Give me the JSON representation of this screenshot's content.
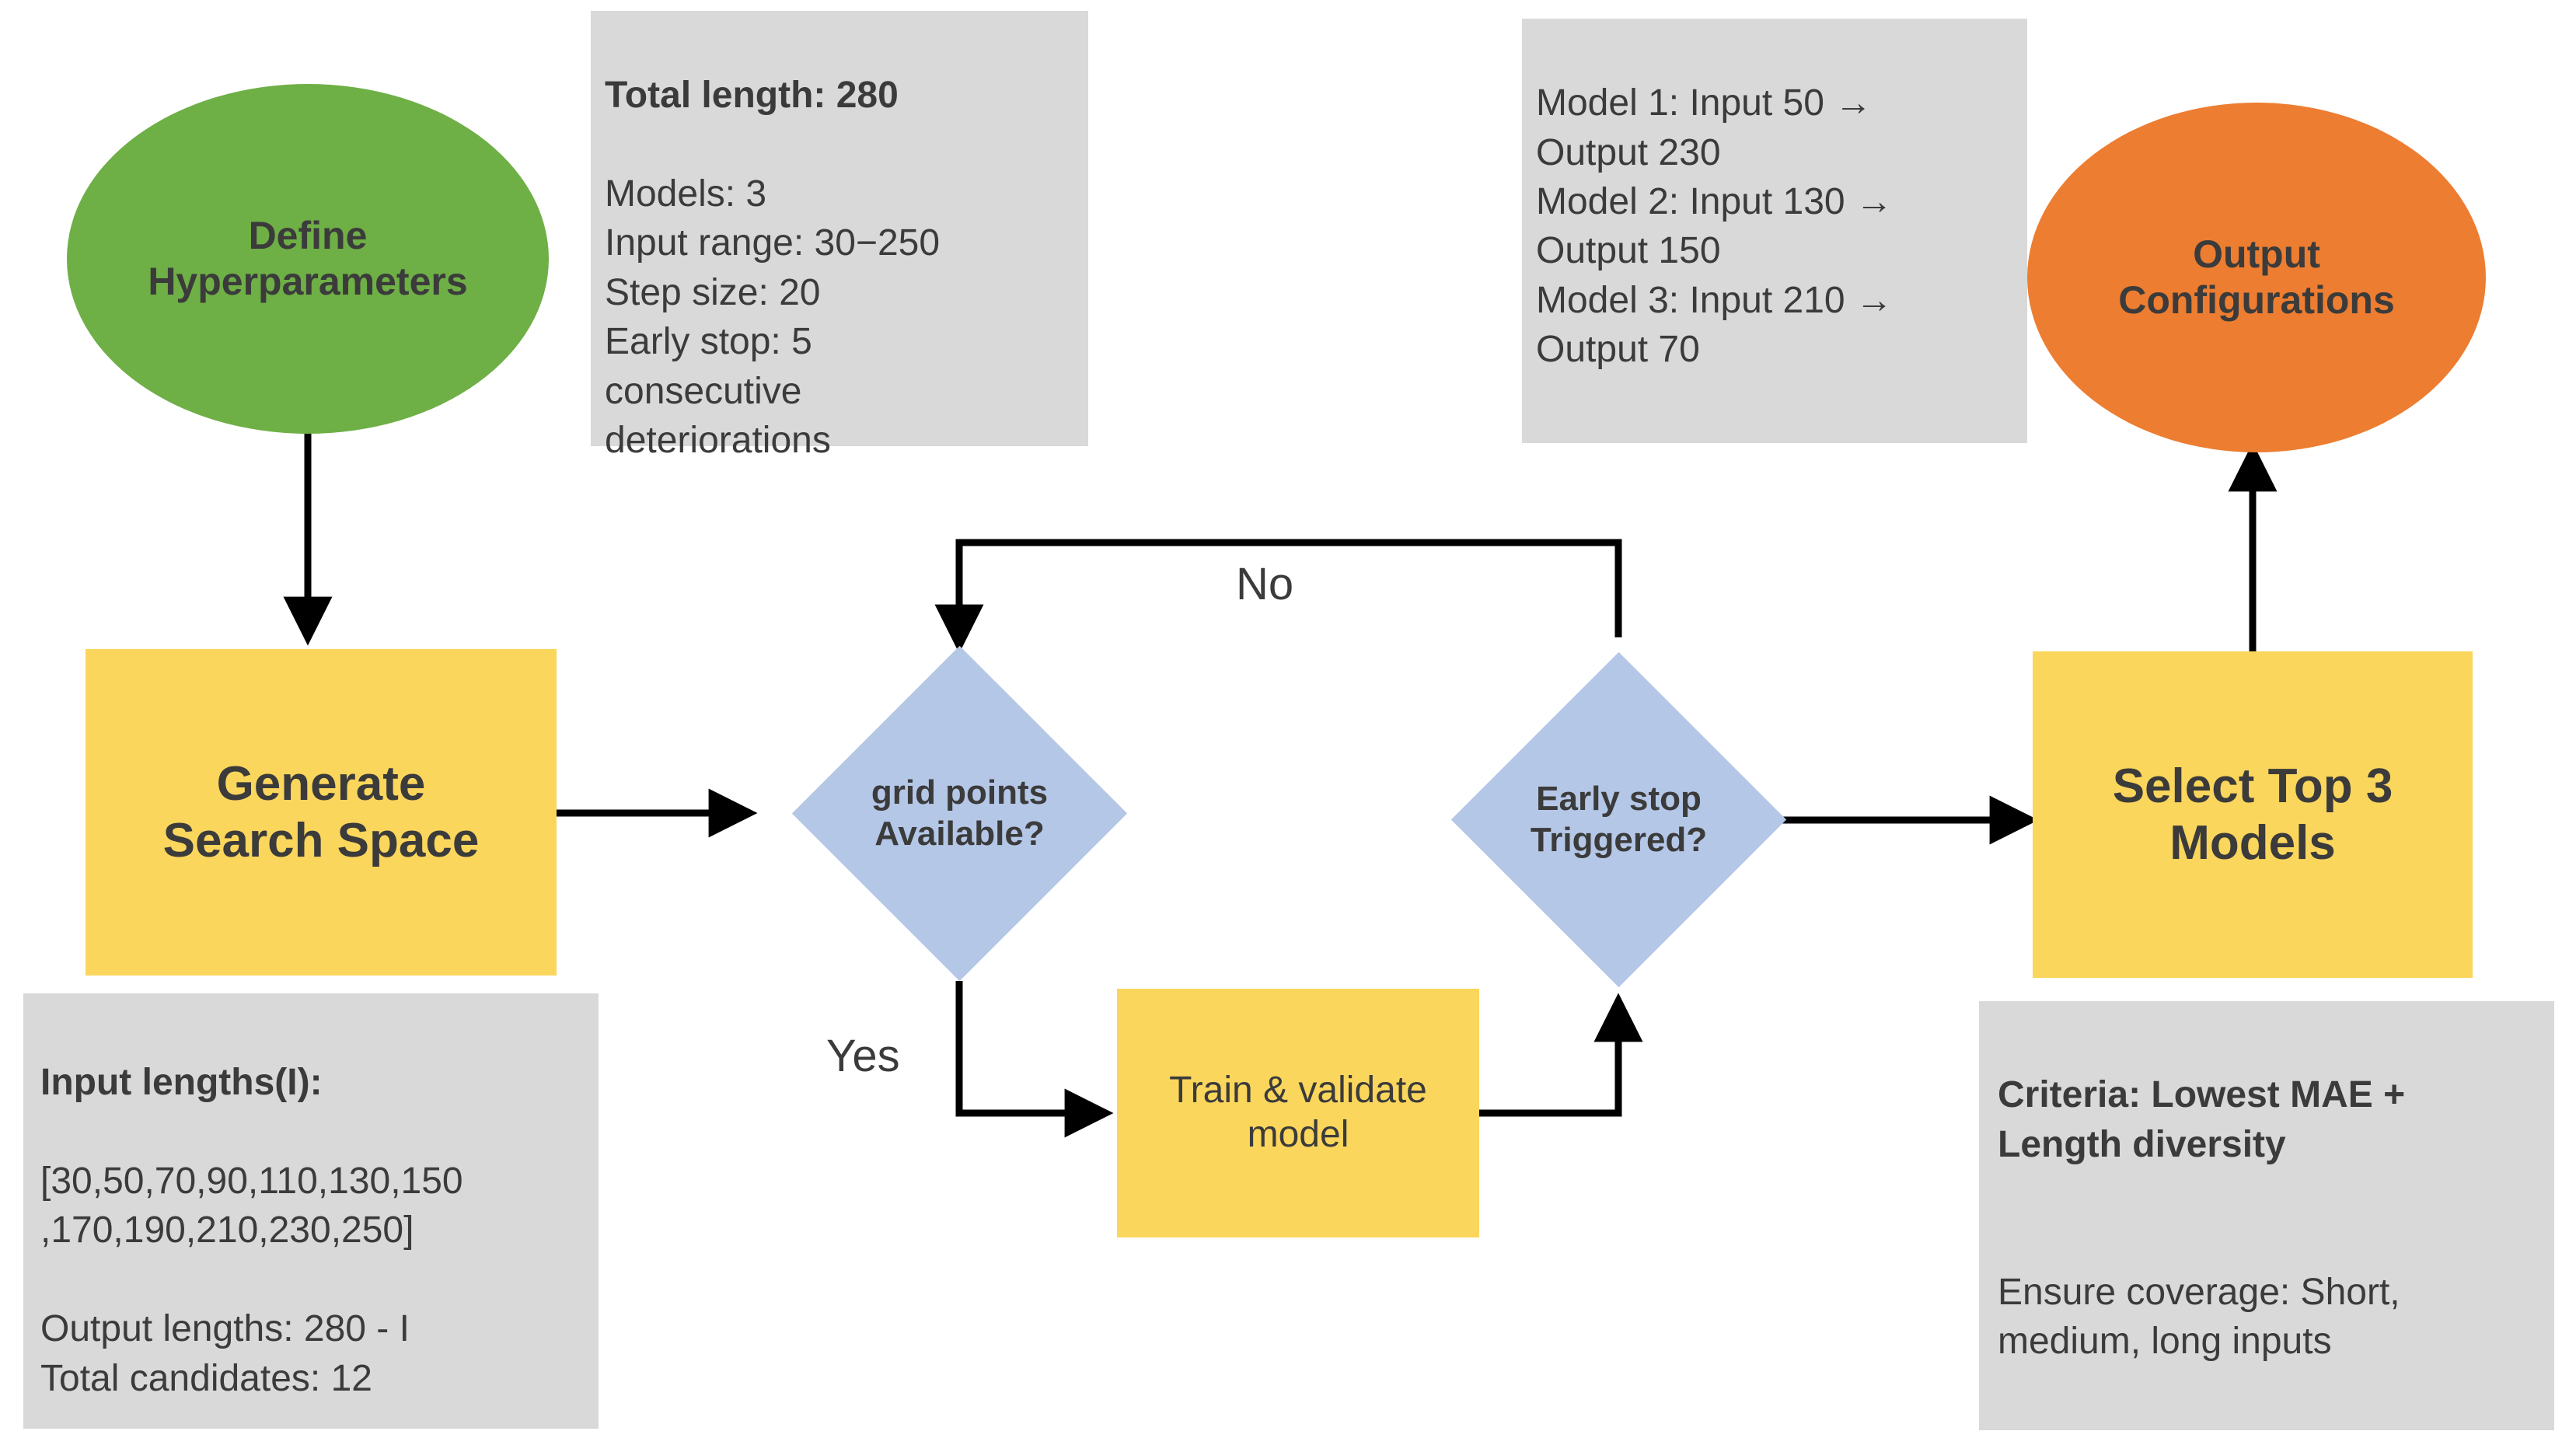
{
  "diagram": {
    "title": "Hyperparameter grid-search flowchart",
    "colors": {
      "start_node": "#6EAF46",
      "end_node": "#ED7D31",
      "process_node": "#FBD65C",
      "decision_node": "#B4C7E7",
      "note_box": "#D9D9D9",
      "text": "#3B3B3B",
      "connector": "#000000",
      "background": "#FFFFFF"
    },
    "nodes": {
      "define_hyperparameters": {
        "label": "Define\nHyperparameters",
        "shape": "ellipse"
      },
      "generate_search_space": {
        "label": "Generate\nSearch Space",
        "shape": "rectangle"
      },
      "grid_points_available": {
        "label": "grid points\nAvailable?",
        "shape": "diamond"
      },
      "train_validate_model": {
        "label": "Train & validate\nmodel",
        "shape": "rectangle"
      },
      "early_stop_triggered": {
        "label": "Early stop\nTriggered?",
        "shape": "diamond"
      },
      "select_top_3_models": {
        "label": "Select Top 3\nModels",
        "shape": "rectangle"
      },
      "output_configurations": {
        "label": "Output\nConfigurations",
        "shape": "ellipse"
      }
    },
    "edge_labels": {
      "yes": "Yes",
      "no": "No"
    },
    "notes": {
      "hyperparameters": {
        "head": "Total length: 280",
        "body": "Models: 3\nInput range: 30−250\nStep size: 20\nEarly stop: 5\nconsecutive\ndeteriorations"
      },
      "search_space": {
        "head": "Input lengths(I):",
        "body": "[30,50,70,90,110,130,150\n,170,190,210,230,250]\n\nOutput lengths: 280 - I\nTotal candidates: 12"
      },
      "selected_models": {
        "head": "",
        "body": "Model 1: Input 50 →\nOutput 230\nModel 2: Input 130 →\nOutput 150\nModel 3: Input 210 →\nOutput 70"
      },
      "selection_criteria": {
        "head": "Criteria: Lowest MAE +\nLength diversity",
        "body": "\nEnsure coverage: Short,\nmedium, long inputs"
      }
    }
  },
  "chart_data": {
    "type": "diagram",
    "title": "Hyperparameter grid-search flowchart",
    "nodes": [
      {
        "id": "define_hyperparameters",
        "label": "Define Hyperparameters",
        "shape": "ellipse",
        "color": "#6EAF46"
      },
      {
        "id": "generate_search_space",
        "label": "Generate Search Space",
        "shape": "rectangle",
        "color": "#FBD65C"
      },
      {
        "id": "grid_points_available",
        "label": "grid points Available?",
        "shape": "diamond",
        "color": "#B4C7E7"
      },
      {
        "id": "train_validate_model",
        "label": "Train & validate model",
        "shape": "rectangle",
        "color": "#FBD65C"
      },
      {
        "id": "early_stop_triggered",
        "label": "Early stop Triggered?",
        "shape": "diamond",
        "color": "#B4C7E7"
      },
      {
        "id": "select_top_3_models",
        "label": "Select Top 3 Models",
        "shape": "rectangle",
        "color": "#FBD65C"
      },
      {
        "id": "output_configurations",
        "label": "Output Configurations",
        "shape": "ellipse",
        "color": "#ED7D31"
      }
    ],
    "edges": [
      {
        "from": "define_hyperparameters",
        "to": "generate_search_space",
        "label": ""
      },
      {
        "from": "generate_search_space",
        "to": "grid_points_available",
        "label": ""
      },
      {
        "from": "grid_points_available",
        "to": "train_validate_model",
        "label": "Yes"
      },
      {
        "from": "train_validate_model",
        "to": "early_stop_triggered",
        "label": ""
      },
      {
        "from": "early_stop_triggered",
        "to": "grid_points_available",
        "label": "No"
      },
      {
        "from": "early_stop_triggered",
        "to": "select_top_3_models",
        "label": ""
      },
      {
        "from": "select_top_3_models",
        "to": "output_configurations",
        "label": ""
      }
    ],
    "grid_search": {
      "total_length": 280,
      "models": 3,
      "input_range": [
        30,
        250
      ],
      "step_size": 20,
      "early_stop_patience": 5,
      "input_lengths": [
        30,
        50,
        70,
        90,
        110,
        130,
        150,
        170,
        190,
        210,
        230,
        250
      ],
      "output_length_rule": "280 - I",
      "total_candidates": 12,
      "selected": [
        {
          "model": 1,
          "input": 50,
          "output": 230
        },
        {
          "model": 2,
          "input": 130,
          "output": 150
        },
        {
          "model": 3,
          "input": 210,
          "output": 70
        }
      ],
      "criteria": "Lowest MAE + Length diversity",
      "coverage": "Short, medium, long inputs"
    }
  }
}
